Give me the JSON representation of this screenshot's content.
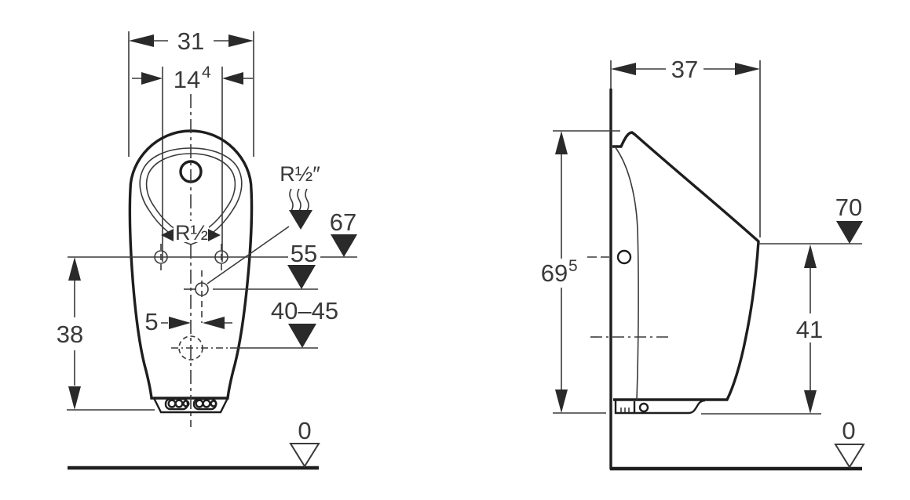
{
  "colors": {
    "outline": "#1e1e1e",
    "dimension_lines": "#3a3a3a",
    "background": "#ffffff"
  },
  "front_view": {
    "labels": {
      "overall_width": "31",
      "fixing_centres": "14",
      "fixing_centres_sup": "4",
      "height_fixing_to_bottom": "38",
      "inlet_offset": "5",
      "level_67": "67",
      "level_55": "55",
      "level_outlet": "40–45",
      "bowl_radius": "R½",
      "water_supply": "R½″",
      "floor_level": "0"
    }
  },
  "side_view": {
    "labels": {
      "overall_depth": "37",
      "overall_height": "69",
      "overall_height_sup": "5",
      "level_70": "70",
      "front_height": "41",
      "floor_level": "0"
    }
  }
}
